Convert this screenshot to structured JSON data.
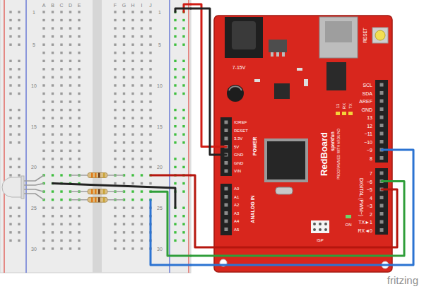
{
  "diagram": {
    "nodes": [
      {
        "text": [
          "A",
          "B",
          "C",
          "D",
          "E",
          "F",
          "G",
          "H",
          "I",
          "J",
          "1",
          "5",
          "10",
          "15",
          "20",
          "25",
          "30",
          "1",
          "5",
          "10",
          "15",
          "20",
          "25",
          "30"
        ]
      },
      {
        "text": [
          "RESET",
          "7-15V",
          "SCL",
          "SDA",
          "AREF",
          "GND",
          "13",
          "12",
          "~11",
          "~10",
          "~9",
          "8",
          "13",
          "RX",
          "TX",
          "IOREF",
          "RESET",
          "3.3V",
          "5V",
          "GND",
          "GND",
          "VIN",
          "POWER",
          "RedBoard",
          "sparkfun",
          "PROGRAMMED WITH ARDUINO",
          "7",
          "~6",
          "~5",
          "4",
          "~3",
          "2",
          "TX►1",
          "RX◄0",
          "DIGITAL (PWM~)",
          "A0",
          "A1",
          "A2",
          "A3",
          "A4",
          "A5",
          "ANALOG IN",
          "ON",
          "ISP"
        ]
      }
    ],
    "edges": [
      {
        "from": 0,
        "to": 1,
        "arrow": "none"
      },
      {
        "from": 0,
        "to": 1,
        "arrow": "none"
      },
      {
        "from": 0,
        "to": 1,
        "arrow": "none"
      },
      {
        "from": 0,
        "to": 1,
        "arrow": "none"
      },
      {
        "from": 0,
        "to": 1,
        "arrow": "none"
      }
    ],
    "labels": [
      "fritzing"
    ]
  }
}
